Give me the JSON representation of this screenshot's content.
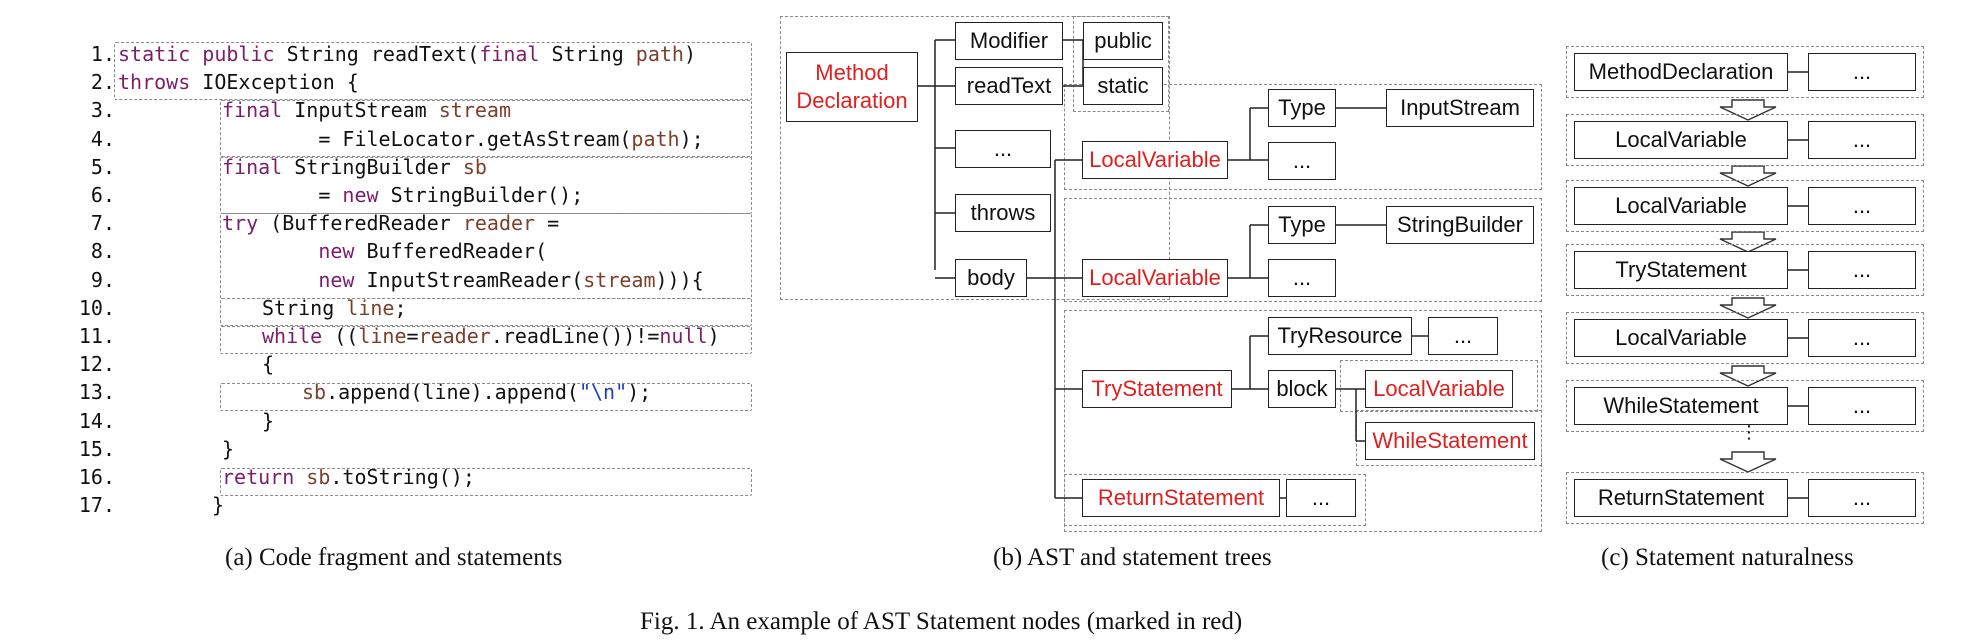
{
  "panel_a": {
    "lines": [
      {
        "n": "1.",
        "tokens": [
          {
            "t": "static",
            "c": "kw"
          },
          {
            "t": " ",
            "c": "plain"
          },
          {
            "t": "public",
            "c": "kw"
          },
          {
            "t": " String readText(",
            "c": "plain"
          },
          {
            "t": "final",
            "c": "kw"
          },
          {
            "t": " String ",
            "c": "plain"
          },
          {
            "t": "path",
            "c": "var"
          },
          {
            "t": ")",
            "c": "plain"
          }
        ]
      },
      {
        "n": "2.",
        "tokens": [
          {
            "t": "throws",
            "c": "kw"
          },
          {
            "t": " IOException {",
            "c": "plain"
          }
        ]
      },
      {
        "n": "3.",
        "tokens": [
          {
            "t": "final",
            "c": "kw"
          },
          {
            "t": " InputStream ",
            "c": "plain"
          },
          {
            "t": "stream",
            "c": "var"
          }
        ]
      },
      {
        "n": "4.",
        "tokens": [
          {
            "t": "        = FileLocator.getAsStream(",
            "c": "plain"
          },
          {
            "t": "path",
            "c": "var"
          },
          {
            "t": ");",
            "c": "plain"
          }
        ]
      },
      {
        "n": "5.",
        "tokens": [
          {
            "t": "final",
            "c": "kw"
          },
          {
            "t": " StringBuilder ",
            "c": "plain"
          },
          {
            "t": "sb",
            "c": "var"
          }
        ]
      },
      {
        "n": "6.",
        "tokens": [
          {
            "t": "        = ",
            "c": "plain"
          },
          {
            "t": "new",
            "c": "kw"
          },
          {
            "t": " StringBuilder();",
            "c": "plain"
          }
        ]
      },
      {
        "n": "7.",
        "tokens": [
          {
            "t": "try",
            "c": "kw"
          },
          {
            "t": " (BufferedReader ",
            "c": "plain"
          },
          {
            "t": "reader",
            "c": "var"
          },
          {
            "t": " =",
            "c": "plain"
          }
        ]
      },
      {
        "n": "8.",
        "tokens": [
          {
            "t": "        ",
            "c": "plain"
          },
          {
            "t": "new",
            "c": "kw"
          },
          {
            "t": " BufferedReader(",
            "c": "plain"
          }
        ]
      },
      {
        "n": "9.",
        "tokens": [
          {
            "t": "        ",
            "c": "plain"
          },
          {
            "t": "new",
            "c": "kw"
          },
          {
            "t": " InputStreamReader(",
            "c": "plain"
          },
          {
            "t": "stream",
            "c": "var"
          },
          {
            "t": "))){",
            "c": "plain"
          }
        ]
      },
      {
        "n": "10.",
        "tokens": [
          {
            "t": "String ",
            "c": "plain"
          },
          {
            "t": "line",
            "c": "var"
          },
          {
            "t": ";",
            "c": "plain"
          }
        ]
      },
      {
        "n": "11.",
        "tokens": [
          {
            "t": "while",
            "c": "kw"
          },
          {
            "t": " ((",
            "c": "plain"
          },
          {
            "t": "line",
            "c": "var"
          },
          {
            "t": "=",
            "c": "plain"
          },
          {
            "t": "reader",
            "c": "var"
          },
          {
            "t": ".readLine())!=",
            "c": "plain"
          },
          {
            "t": "null",
            "c": "kw"
          },
          {
            "t": ")",
            "c": "plain"
          }
        ]
      },
      {
        "n": "12.",
        "tokens": [
          {
            "t": "{",
            "c": "plain"
          }
        ]
      },
      {
        "n": "13.",
        "tokens": [
          {
            "t": "sb",
            "c": "var"
          },
          {
            "t": ".append(line).append(",
            "c": "plain"
          },
          {
            "t": "\"\\n\"",
            "c": "str"
          },
          {
            "t": ");",
            "c": "plain"
          }
        ]
      },
      {
        "n": "14.",
        "tokens": [
          {
            "t": "}",
            "c": "plain"
          }
        ]
      },
      {
        "n": "15.",
        "tokens": [
          {
            "t": "}",
            "c": "plain"
          }
        ]
      },
      {
        "n": "16.",
        "tokens": [
          {
            "t": "return",
            "c": "kw"
          },
          {
            "t": " ",
            "c": "plain"
          },
          {
            "t": "sb",
            "c": "var"
          },
          {
            "t": ".toString();",
            "c": "plain"
          }
        ]
      },
      {
        "n": "17.",
        "tokens": [
          {
            "t": "}",
            "c": "plain"
          }
        ]
      }
    ],
    "caption": "(a) Code fragment and statements"
  },
  "panel_b": {
    "method_declaration": "Method\nDeclaration",
    "modifier": "Modifier",
    "public": "public",
    "static": "static",
    "read_text": "readText",
    "ellipsis": "...",
    "throws": "throws",
    "body": "body",
    "local_variable": "LocalVariable",
    "type": "Type",
    "input_stream": "InputStream",
    "string_builder": "StringBuilder",
    "try_statement": "TryStatement",
    "try_resource": "TryResource",
    "block": "block",
    "while_statement": "WhileStatement",
    "return_statement": "ReturnStatement",
    "caption": "(b) AST and statement trees",
    "highlight_color": "#e02020"
  },
  "panel_c": {
    "items": [
      "MethodDeclaration",
      "LocalVariable",
      "LocalVariable",
      "TryStatement",
      "LocalVariable",
      "WhileStatement",
      "ReturnStatement"
    ],
    "ellipsis": "...",
    "vdots": "⋮",
    "caption": "(c) Statement naturalness"
  },
  "figure_caption": "Fig. 1.   An example of AST Statement nodes (marked in red)"
}
